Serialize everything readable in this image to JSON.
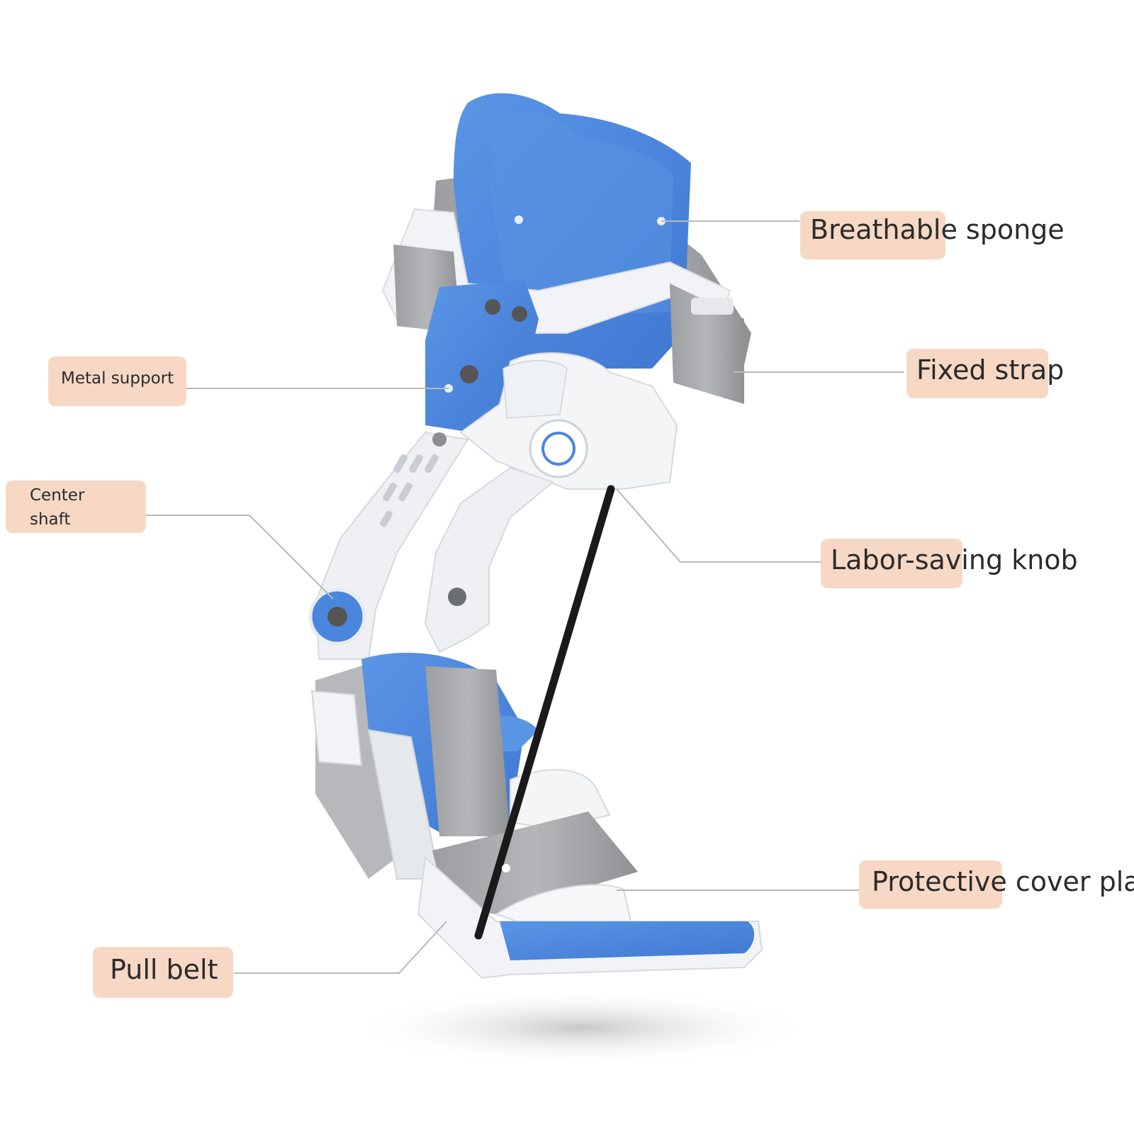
{
  "colors": {
    "brace_blue": "#4a86dd",
    "brace_blue_dark": "#2f63b8",
    "frame_white": "#f1f3f6",
    "strap_gray": "#a8aaad",
    "label_background": "#f6d8c4",
    "leader_line": "#b9b9b9",
    "pull_belt": "#1a1a1a"
  },
  "labels": {
    "breathable_sponge": "Breathable sponge",
    "fixed_strap": "Fixed strap",
    "metal_support": "Metal support",
    "center_shaft_line1": "Center",
    "center_shaft_line2": "shaft",
    "labor_saving_knob": "Labor-saving knob",
    "protective_cover_plate": "Protective cover plate",
    "pull_belt": "Pull belt"
  }
}
